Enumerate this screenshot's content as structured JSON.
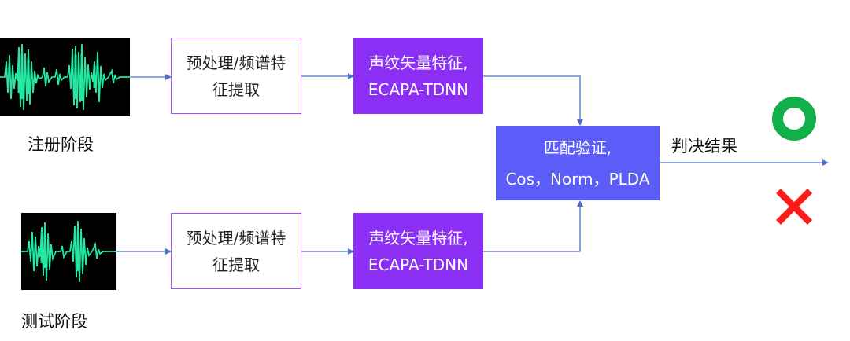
{
  "enroll": {
    "stage_label": "注册阶段",
    "preprocess_label": "预处理/频谱特征提取",
    "feature_line1": "声纹矢量特征,",
    "feature_line2": "ECAPA-TDNN"
  },
  "test": {
    "stage_label": "测试阶段",
    "preprocess_label": "预处理/频谱特征提取",
    "feature_line1": "声纹矢量特征,",
    "feature_line2": "ECAPA-TDNN"
  },
  "match": {
    "line1": "匹配验证,",
    "line2": "Cos，Norm，PLDA"
  },
  "result": {
    "label": "判决结果",
    "accept_icon": "circle-o-icon",
    "reject_icon": "cross-x-icon"
  },
  "colors": {
    "waveform": "#22e8a2",
    "waveform_bg": "#000000",
    "preprocess_border": "#a64dff",
    "feature_fill": "#8b2ff5",
    "match_fill": "#5c5cf8",
    "arrow": "#4a72c4",
    "accept": "#11b04a",
    "reject": "#ff1a1a"
  }
}
